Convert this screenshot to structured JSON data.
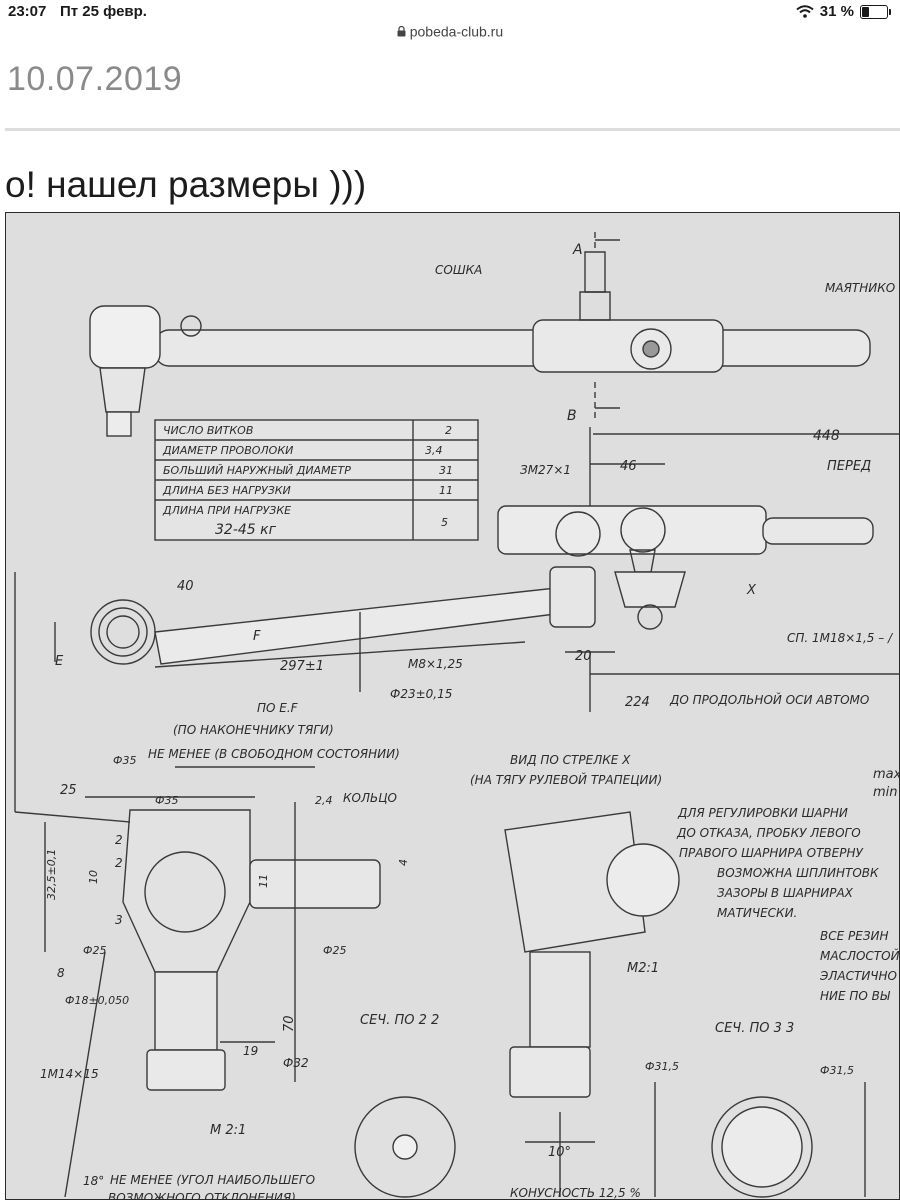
{
  "status_bar": {
    "time": "23:07",
    "date": "Пт 25 февр.",
    "battery_percent": "31 %",
    "battery_level": 0.31
  },
  "address_bar": {
    "domain": "pobeda-club.ru"
  },
  "post": {
    "date": "10.07.2019",
    "text": "о! нашел размеры )))"
  },
  "drawing": {
    "labels": {
      "sosh": "СОШКА",
      "mayat": "МАЯТНИКО",
      "a": "А",
      "b": "В",
      "d448": "448",
      "pered": "ПЕРЕД",
      "m27": "ЗМ27×1",
      "d46": "46",
      "x": "X",
      "d40": "40",
      "e": "Е",
      "f": "F",
      "d297": "297±1",
      "m8": "М8×1,25",
      "d20": "20",
      "sp": "СП. 1М18×1,5 – /",
      "phi23": "Ф23±0,15",
      "d224": "224",
      "prodol": "ДО ПРОДОЛЬНОЙ ОСИ АВТОМО",
      "poef": "ПО E.F",
      "ponak": "(ПО НАКОНЕЧНИКУ ТЯГИ)",
      "phi35a": "Ф35",
      "nemenee": "НЕ МЕНЕЕ (В СВОБОДНОМ СОСТОЯНИИ)",
      "vid": "ВИД ПО СТРЕЛКЕ X",
      "natyagu": "(НА ТЯГУ РУЛЕВОЙ ТРАПЕЦИИ)",
      "max": "max",
      "min": "min",
      "d25": "25",
      "phi35b": "Ф35",
      "d24": "2,4",
      "kolco": "КОЛЬЦО",
      "reg1": "ДЛЯ РЕГУЛИРОВКИ ШАРНИ",
      "reg2": "ДО ОТКАЗА, ПРОБКУ ЛЕВОГО",
      "reg3": "ПРАВОГО ШАРНИРА ОТВЕРНУ",
      "reg4": "ВОЗМОЖНА ШПЛИНТОВК",
      "reg5": "ЗАЗОРЫ В ШАРНИРАХ",
      "reg6": "МАТИЧЕСКИ.",
      "rez1": "ВСЕ РЕЗИН",
      "rez2": "МАСЛОСТОЙ",
      "rez3": "ЭЛАСТИЧНО",
      "rez4": "НИЕ ПО ВЫ",
      "d325": "32,5±0,1",
      "d10": "10",
      "d2a": "2",
      "d2b": "2",
      "d11": "11",
      "d4": "4",
      "d3": "3",
      "phi25a": "Ф25",
      "phi25b": "Ф25",
      "d8": "8",
      "phi18": "Ф18±0,050",
      "m21a": "М2:1",
      "sech22": "СЕЧ. ПО 2 2",
      "sech33": "СЕЧ. ПО 3 3",
      "d70": "70",
      "d19": "19",
      "phi32": "Ф32",
      "m1415": "1М14×15",
      "m21b": "М 2:1",
      "phi315a": "Ф31,5",
      "phi315b": "Ф31,5",
      "d10deg": "10°",
      "d18deg": "18°",
      "ugol": "НЕ МЕНЕЕ (УГОЛ НАИБОЛЬШЕГО",
      "vozm": "ВОЗМОЖНОГО ОТКЛОНЕНИЯ)",
      "konus": "КОНУСНОСТЬ 12,5 %"
    },
    "spring_table": {
      "rows": [
        {
          "label": "ЧИСЛО ВИТКОВ",
          "value": "2"
        },
        {
          "label": "ДИАМЕТР ПРОВОЛОКИ",
          "value": "3,4"
        },
        {
          "label": "БОЛЬШИЙ НАРУЖНЫЙ ДИАМЕТР",
          "value": "31"
        },
        {
          "label": "ДЛИНА БЕЗ НАГРУЗКИ",
          "value": "11"
        },
        {
          "label": "ДЛИНА ПРИ НАГРУЗКЕ",
          "sub": "32-45 кг",
          "value": "5"
        }
      ]
    }
  }
}
